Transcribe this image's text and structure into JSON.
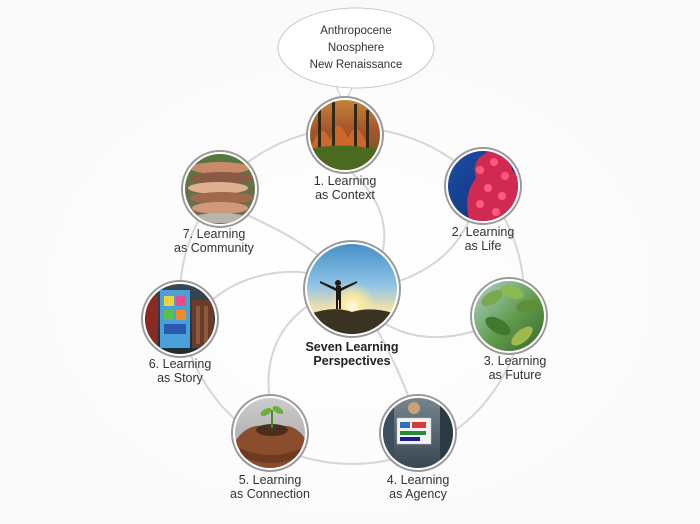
{
  "bubble": {
    "lines": [
      "Anthropocene",
      "Noosphere",
      "New Renaissance"
    ]
  },
  "center": {
    "line1": "Seven Learning",
    "line2": "Perspectives",
    "photo": "person-arms-raised-sunset"
  },
  "nodes": [
    {
      "line1": "1. Learning",
      "line2": "as Context",
      "photo": "forest-fire"
    },
    {
      "line1": "2. Learning",
      "line2": "as Life",
      "photo": "red-coral"
    },
    {
      "line1": "3. Learning",
      "line2": "as Future",
      "photo": "green-leaves"
    },
    {
      "line1": "4. Learning",
      "line2": "as Agency",
      "photo": "protest-sign"
    },
    {
      "line1": "5. Learning",
      "line2": "as Connection",
      "photo": "hands-holding-seedling"
    },
    {
      "line1": "6. Learning",
      "line2": "as Story",
      "photo": "colorful-books-bench"
    },
    {
      "line1": "7. Learning",
      "line2": "as Community",
      "photo": "stacked-hands"
    }
  ],
  "colors": {
    "ring": "#d6d6d6",
    "frame": "#9a9a9a",
    "text": "#333333"
  }
}
